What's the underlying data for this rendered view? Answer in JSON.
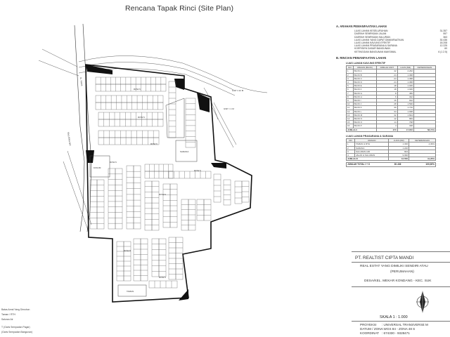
{
  "document": {
    "title": "Rencana Tapak Rinci (Site Plan)"
  },
  "summary": {
    "section_a_title": "A. ARAHAN PEMANFAATAN LAHAN",
    "section_a_rows": [
      {
        "label": "LUAS LAHAN KESELURUHAN",
        "value": "31.357"
      },
      {
        "label": "DAERAH SEMPADAN JALAN",
        "value": "557"
      },
      {
        "label": "DAERAH SEMPADAN SALURAN",
        "value": "363"
      },
      {
        "label": "LUAS LAHAN YANG DAPAT DIMANFAATKAN",
        "value": "30.436"
      },
      {
        "label": "LUAS LAHAN KAVLING EFEKTIF",
        "value": "18.208"
      },
      {
        "label": "LUAS LAHAN PRASARANA & SARANA",
        "value": "12.225"
      },
      {
        "label": "KOEFISIEN DASAR BANGUNAN",
        "value": "60"
      },
      {
        "label": "KETINGGIAN BANGUNAN MAKSIMAL",
        "value": "6 (1 2.5)"
      }
    ],
    "section_b_title": "B. RINCIAN PEMANFAATAN LAHAN",
    "kavling_title": "LUAS LAHAN KAVLING EFEKTIF",
    "kavling_headers": [
      "NO",
      "URAIAN (BLOK)",
      "JUMLAH UNIT",
      "LUAS (M2)",
      "KETERANGAN"
    ],
    "kavling_rows": [
      [
        "1",
        "BLOK A",
        "42",
        "2.262",
        ""
      ],
      [
        "2",
        "BLOK B",
        "24",
        "1.368",
        ""
      ],
      [
        "3",
        "BLOK C",
        "24",
        "1.368",
        ""
      ],
      [
        "4",
        "BLOK D",
        "24",
        "1.368",
        ""
      ],
      [
        "5",
        "BLOK E",
        "18",
        "1.026",
        ""
      ],
      [
        "6",
        "BLOK F",
        "18",
        "1.026",
        ""
      ],
      [
        "7",
        "BLOK G",
        "8",
        "456",
        ""
      ],
      [
        "8",
        "BLOK H",
        "6",
        "342",
        ""
      ],
      [
        "9",
        "BLOK I",
        "16",
        "912",
        ""
      ],
      [
        "10",
        "BLOK J",
        "28",
        "1.596",
        ""
      ],
      [
        "11",
        "BLOK K",
        "30",
        "1.710",
        ""
      ],
      [
        "12",
        "BLOK L",
        "34",
        "1.938",
        ""
      ],
      [
        "13",
        "BLOK M",
        "32",
        "1.824",
        ""
      ],
      [
        "14",
        "BLOK N",
        "12",
        "684",
        ""
      ],
      [
        "15",
        "BLOK O",
        "14",
        "798",
        ""
      ],
      [
        "16",
        "BLOK P",
        "4",
        "328",
        ""
      ]
    ],
    "kavling_sum": [
      "JUMLAH I",
      "370",
      "17.872",
      "58,74%"
    ],
    "psu_title": "LUAS LAHAN PRASARANA & SARANA",
    "psu_headers": [
      "NO",
      "URAIAN",
      "LUAS (M2)",
      "KETERANGAN"
    ],
    "psu_rows": [
      [
        "1",
        "TAMAN & RTH",
        "1.336",
        "4,39%"
      ],
      [
        "2",
        "SARANA",
        "1.220",
        ""
      ],
      [
        "3",
        "SALURAN AIR",
        "904",
        ""
      ],
      [
        "4",
        "JALAN & SALURAN",
        "9.096",
        ""
      ]
    ],
    "psu_sum": [
      "JUMLAH II",
      "12.556",
      "41,26%"
    ],
    "grand_total": [
      "JUMLAH TOTAL I + II",
      "30.436",
      "100,00%"
    ]
  },
  "titleblock": {
    "company": "PT. REALTIST CIPTA MANDI",
    "project_line1": "REAL ESTAT YANG DIMILIKI SENDIRI ATAU",
    "project_line2": "(PERUMAHAN)",
    "location": "DESA/KEL. MEKAR KONDANG - KEC. SUK",
    "scale": "SKALA     1 : 1.000",
    "coords": [
      {
        "key": "PROYEKSI",
        "value": ": UNIVERSAL TRANSVERSE M"
      },
      {
        "key": "DATUM / ZONA",
        "value": ": WGS 84 - ZONA 48 S"
      },
      {
        "key": "KOORDINAT",
        "value": ": 674330 - 9328471"
      }
    ]
  },
  "legend": {
    "lines": [
      "Batas Areal Yang Dimohon",
      "Taman / RTH",
      "Saluran Air",
      "T (Garis Sempadan Pagar)",
      "(Garis Sempadan Bangunan)"
    ]
  },
  "map_labels": {
    "road_main": "JL. RAYA",
    "road_side": "SALURAN AIR",
    "river": "GSP 1:12 M",
    "gsp_top": "GSP = 1 M",
    "fasum": "FASUM",
    "masjid": "SARANA",
    "rth": "TAMAN",
    "rows": [
      "ROW 6",
      "ROW 6",
      "ROW 6",
      "ROW 6",
      "ROW 6",
      "ROW 6",
      "ROW 8",
      "ROW 6"
    ]
  }
}
